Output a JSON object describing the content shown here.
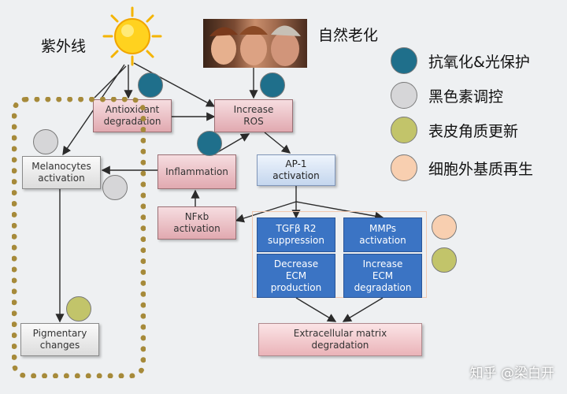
{
  "labels": {
    "uv": "紫外线",
    "aging": "自然老化"
  },
  "nodes": {
    "antioxidant": "Antioxidant\ndegradation",
    "ros": "Increase\nROS",
    "melanocytes": "Melanocytes\nactivation",
    "inflammation": "Inflammation",
    "ap1": "AP-1\nactivation",
    "nfkb": "NFκb\nactivation",
    "tgf": "TGFβ R2\nsuppression",
    "mmps": "MMPs\nactivation",
    "decrease_ecm": "Decrease\nECM\nproduction",
    "increase_ecm": "Increase\nECM\ndegradation",
    "pigmentary": "Pigmentary\nchanges",
    "ecm_degradation": "Extracellular matrix\ndegradation"
  },
  "legend": [
    {
      "label": "抗氧化&光保护",
      "color": "#1f6f8b"
    },
    {
      "label": "黑色素调控",
      "color": "#d6d6d8"
    },
    {
      "label": "表皮角质更新",
      "color": "#c2c46a"
    },
    {
      "label": "细胞外基质再生",
      "color": "#f8cfb0"
    }
  ],
  "icons": {
    "sun": "sun-icon",
    "faces": "aging-faces-image"
  },
  "watermark": "知乎 @梁白开"
}
